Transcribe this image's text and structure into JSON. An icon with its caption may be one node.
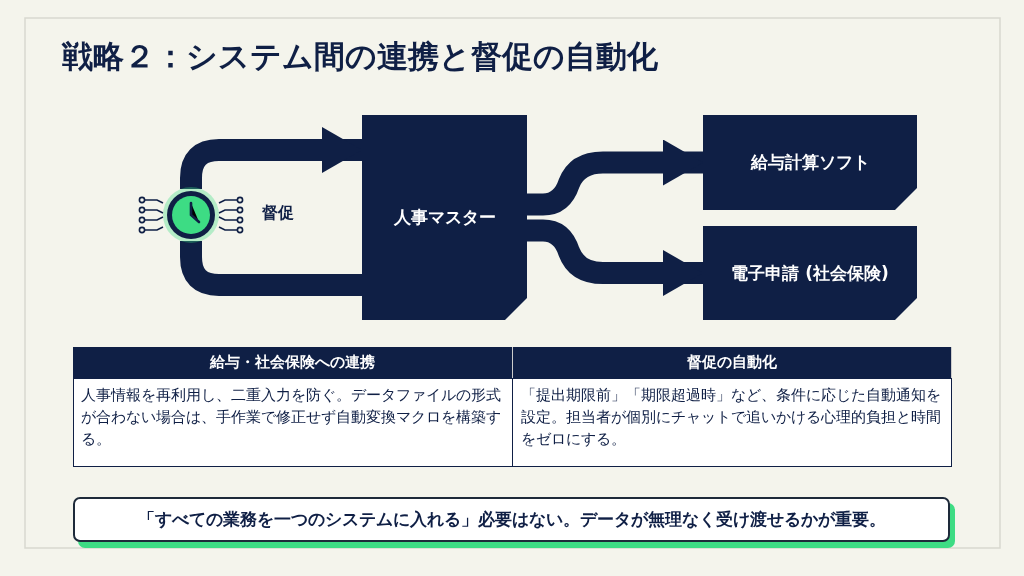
{
  "diagram": {
    "title": "戦略２：システム間の連携と督促の自動化",
    "nodes": [
      {
        "text": [],
        "shape": "clock",
        "beside": [
          "督促"
        ]
      },
      {
        "text": [
          "人事マスター"
        ]
      },
      {
        "text": [
          "給与計算ソフト"
        ]
      },
      {
        "text": [
          "電子申請 (社会保険)"
        ]
      },
      {
        "text": [
          "「すべての業務を一つのシステムに入れる」必要はない。データが無理なく受け渡せるかが重要。"
        ]
      }
    ],
    "edges": [
      {
        "from": 0,
        "to": 1,
        "arrow": "to"
      },
      {
        "from": 0,
        "to": 1,
        "arrow": "none"
      },
      {
        "from": 1,
        "to": 2,
        "arrow": "to"
      },
      {
        "from": 1,
        "to": 3,
        "arrow": "to"
      }
    ],
    "labels": [
      "給与・社会保険への連携",
      "督促の自動化",
      "人事情報を再利用し、二重入力を防ぐ。データファイルの形式が合わない場合は、手作業で修正せず自動変換マクロを構築する。",
      "「提出期限前」「期限超過時」など、条件に応じた自動通知を設定。担当者が個別にチャットで追いかける心理的負担と時間をゼロにする。"
    ]
  }
}
